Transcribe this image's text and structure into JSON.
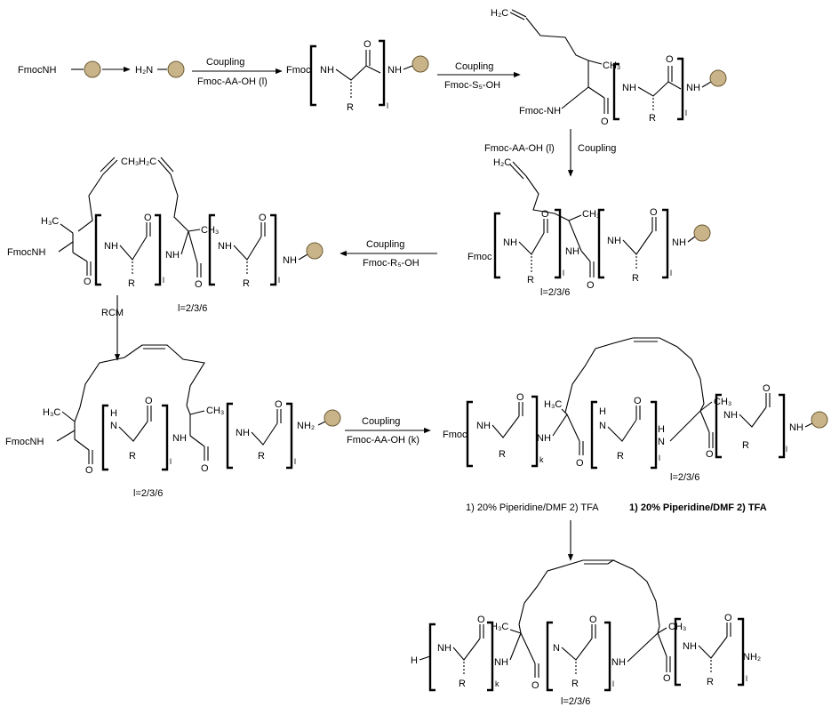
{
  "labels": {
    "fmocnh": "FmocNH",
    "h2n": "H₂N",
    "nh": "NH",
    "o": "O",
    "r": "R",
    "fmoc": "Fmoc",
    "fmoc_nh": "Fmoc-NH",
    "h2c": "H₂C",
    "h3c": "H₃C",
    "ch3": "CH₃",
    "h": "H",
    "n": "N",
    "l": "l",
    "k": "k",
    "nh2": "NH₂",
    "l_values": "l=2/3/6"
  },
  "reagents": {
    "coupling": "Coupling",
    "fmoc_aa_oh_l": "Fmoc-AA-OH (l)",
    "fmoc_s5_oh": "Fmoc-S₅-OH",
    "fmoc_aa_oh_l2": "Fmoc-AA-OH (l)",
    "fmoc_r5_oh": "Fmoc-R₅-OH",
    "rcm": "RCM",
    "fmoc_aa_oh_k": "Fmoc-AA-OH (k)",
    "deprotect": "1) 20% Piperidine/DMF 2) TFA",
    "deprotect_bold": "1) 20% Piperidine/DMF 2) TFA"
  }
}
